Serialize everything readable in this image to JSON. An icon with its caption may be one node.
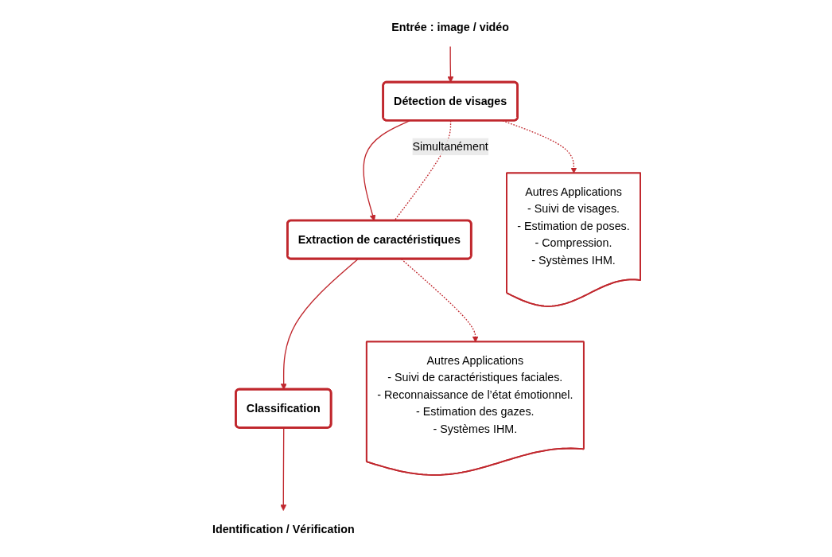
{
  "diagram": {
    "nodes": [
      {
        "text": [
          "Entrée : image / vidéo"
        ]
      },
      {
        "text": [
          "Détection de visages"
        ]
      },
      {
        "text": [
          "Extraction de caractéristiques"
        ]
      },
      {
        "text": [
          "Classification"
        ]
      },
      {
        "text": [
          "Identification / Vérification"
        ]
      },
      {
        "text": [
          "Autres Applications",
          "- Suivi de visages.",
          "- Estimation de poses.",
          "- Compression.",
          "- Systèmes IHM."
        ]
      },
      {
        "text": [
          "Autres Applications",
          "- Suivi de caractéristiques faciales.",
          "- Reconnaissance de l’état émotionnel.",
          "- Estimation des gazes.",
          "- Systèmes IHM."
        ]
      }
    ],
    "edges": [
      {
        "from": 0,
        "to": 1,
        "arrow": "to"
      },
      {
        "from": 1,
        "to": 2,
        "arrow": "to"
      },
      {
        "from": 2,
        "to": 3,
        "arrow": "to"
      },
      {
        "from": 3,
        "to": 4,
        "arrow": "to"
      },
      {
        "from": 1,
        "to": 5,
        "arrow": "to",
        "style": "dashed"
      },
      {
        "from": 2,
        "to": 6,
        "arrow": "to",
        "style": "dashed"
      },
      {
        "from": 1,
        "to": 2,
        "arrow": "none",
        "style": "dashed",
        "label": "Simultanément"
      }
    ]
  }
}
